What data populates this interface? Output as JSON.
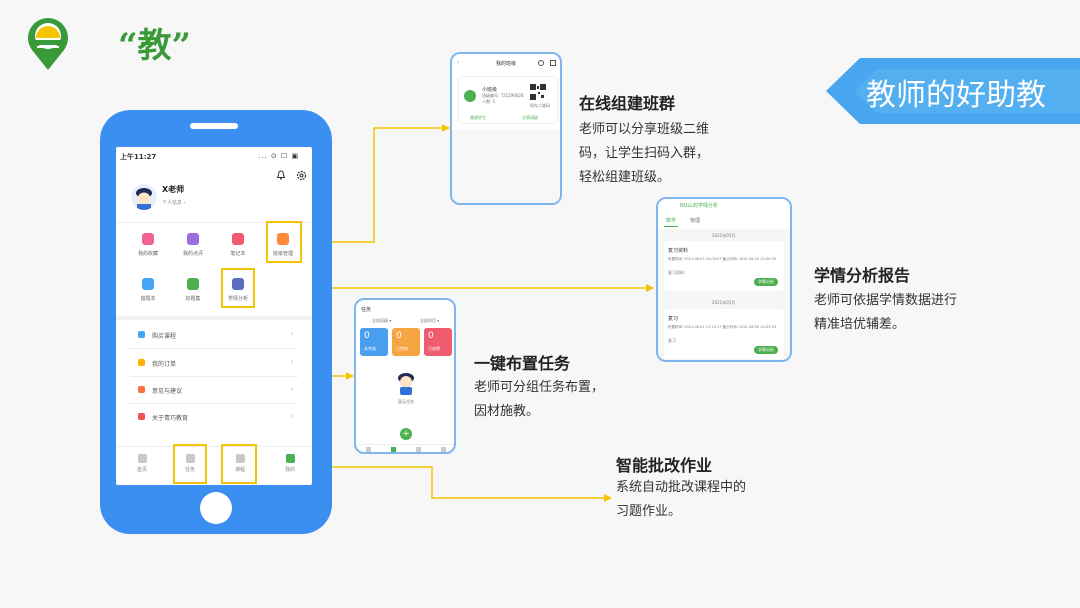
{
  "header": {
    "title": "“教”",
    "banner": "教师的好助教"
  },
  "phone": {
    "status_time": "上午11:27",
    "status_icons": "... ⊙ ☐ ▣",
    "user_name": "X老师",
    "user_sub": "个人信息 ›",
    "grid": [
      {
        "label": "我的收藏",
        "color": "#f06292"
      },
      {
        "label": "我的点评",
        "color": "#9c6ddf"
      },
      {
        "label": "笔记本",
        "color": "#ef5b6f"
      },
      {
        "label": "班级管理",
        "color": "#ff8a3d"
      },
      {
        "label": "错题本",
        "color": "#42a5f5"
      },
      {
        "label": "好题集",
        "color": "#4caf50"
      },
      {
        "label": "学情分析",
        "color": "#5c6bc0"
      }
    ],
    "menu": [
      {
        "label": "购买课程",
        "color": "#42a5f5"
      },
      {
        "label": "我的订单",
        "color": "#ffb300"
      },
      {
        "label": "意见与建议",
        "color": "#ff7043"
      },
      {
        "label": "关于青巧教育",
        "color": "#ef5350"
      }
    ],
    "tabs": [
      {
        "label": "首页"
      },
      {
        "label": "任务"
      },
      {
        "label": "课程"
      },
      {
        "label": "我的"
      }
    ]
  },
  "features": [
    {
      "title": "在线组建班群",
      "lines": [
        "老师可以分享班级二维",
        "码，让学生扫码入群，",
        "轻松组建班级。"
      ]
    },
    {
      "title": "学情分析报告",
      "lines": [
        "老师可依据学情数据进行",
        "精准培优辅差。"
      ]
    },
    {
      "title": "一键布置任务",
      "lines": [
        "老师可分组任务布置，",
        "因材施教。"
      ]
    },
    {
      "title": "智能批改作业",
      "lines": [
        "系统自动批改课程中的",
        "习题作业。"
      ]
    }
  ],
  "card_class": {
    "title": "我的班级",
    "class_name": "小班级",
    "class_code": "班级编号: 725296628",
    "class_members": "人数: 1",
    "qr_caption": "保存二维码",
    "action_left": "邀请学生",
    "action_right": "分享班级"
  },
  "card_report": {
    "title": "NULL的学情分析",
    "tab_active": "数学",
    "tab_other": "物理",
    "date1": "2021年05月",
    "item1_title": "复习资料",
    "item1_meta": "布置时间: 2021-06-03 20:04:07  截止时间: 2021-06-02 22:00:00",
    "item1_tag": "复习资料",
    "item1_button": "学情分析",
    "date2": "2021年05月",
    "item2_title": "复习",
    "item2_meta": "布置时间: 2021-06-01 17:13:17  截止时间: 2021-06-05 22:03:29",
    "item2_tag": "复习",
    "item2_button": "学情分析"
  },
  "card_task": {
    "title": "任务",
    "filter1": "全部班级 ▾",
    "filter2": "全部科目 ▾",
    "stats": [
      {
        "value": "0",
        "label": "未完成",
        "color": "#4a9ef0"
      },
      {
        "value": "0",
        "label": "已完成",
        "color": "#f5a542"
      },
      {
        "value": "0",
        "label": "已逾期",
        "color": "#ef5b6f"
      }
    ],
    "empty_text": "暂无任务",
    "add": "+"
  },
  "colors": {
    "accent_green": "#3a9a3a",
    "phone_blue": "#3a8ff0",
    "banner_blue": "#49a6ee",
    "highlight": "#f5c400"
  }
}
